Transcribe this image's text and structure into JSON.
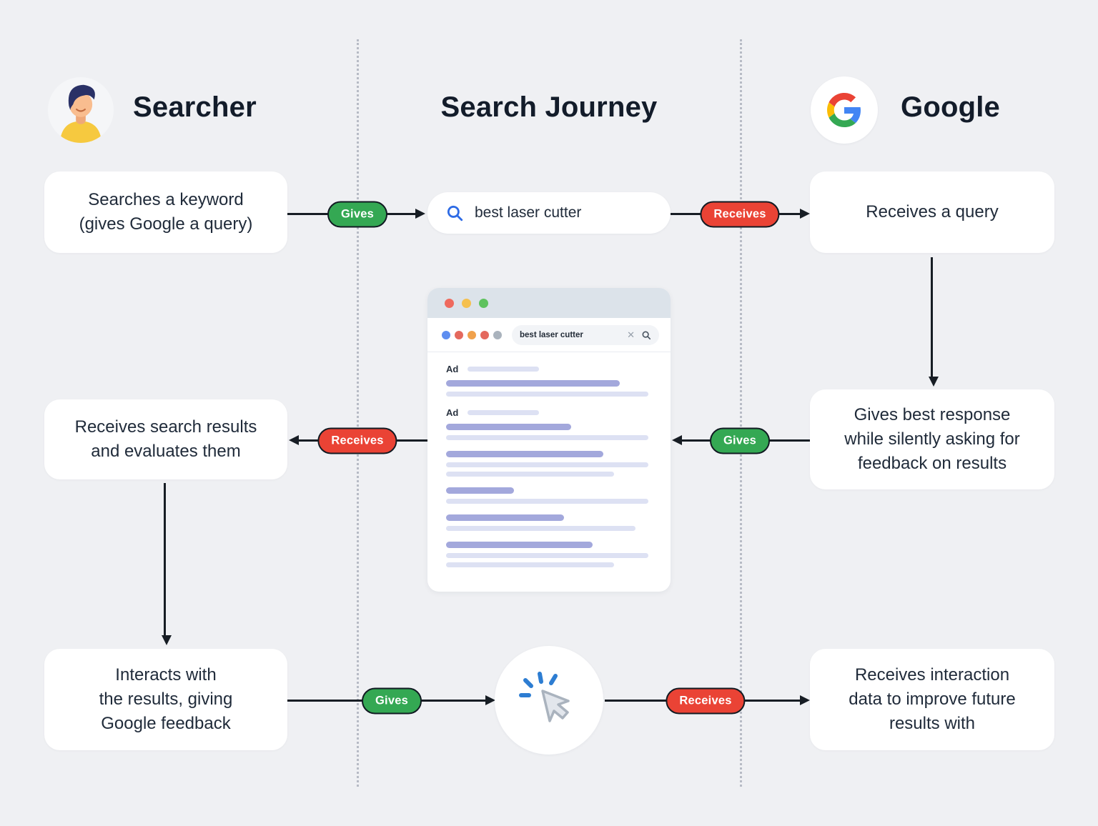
{
  "header": {
    "searcher": "Searcher",
    "journey": "Search Journey",
    "google": "Google"
  },
  "pills": {
    "gives": "Gives",
    "receives": "Receives"
  },
  "searcher_steps": {
    "step1": "Searches a keyword\n(gives Google a query)",
    "step2": "Receives search results\nand evaluates them",
    "step3": "Interacts with\nthe results, giving\nGoogle feedback"
  },
  "google_steps": {
    "step1": "Receives a query",
    "step2": "Gives best response\nwhile silently asking for\nfeedback on results",
    "step3": "Receives interaction\ndata to improve future\nresults with"
  },
  "journey": {
    "query": "best laser cutter",
    "serp": {
      "query": "best laser cutter",
      "clear_icon": "✕",
      "ad_label": "Ad",
      "results": [
        {
          "ad": true,
          "ad_line_w": 100,
          "title_w": 243,
          "lines": [
            283
          ]
        },
        {
          "ad": true,
          "ad_line_w": 100,
          "title_w": 175,
          "lines": [
            283
          ]
        },
        {
          "ad": false,
          "title_w": 220,
          "lines": [
            283,
            235
          ]
        },
        {
          "ad": false,
          "title_w": 95,
          "lines": [
            283
          ]
        },
        {
          "ad": false,
          "title_w": 165,
          "lines": [
            265
          ]
        },
        {
          "ad": false,
          "title_w": 205,
          "lines": [
            283,
            235
          ]
        }
      ]
    }
  },
  "colors": {
    "background": "#eff0f3",
    "gives_green": "#34a853",
    "receives_red": "#ea4335",
    "arrow": "#171d24",
    "serp_title_line": "#a3a8dc",
    "serp_light_line": "#dde1f3",
    "google_blue": "#4285f4",
    "google_red": "#ea4335",
    "google_yellow": "#fbbc05",
    "google_green": "#34a853"
  }
}
